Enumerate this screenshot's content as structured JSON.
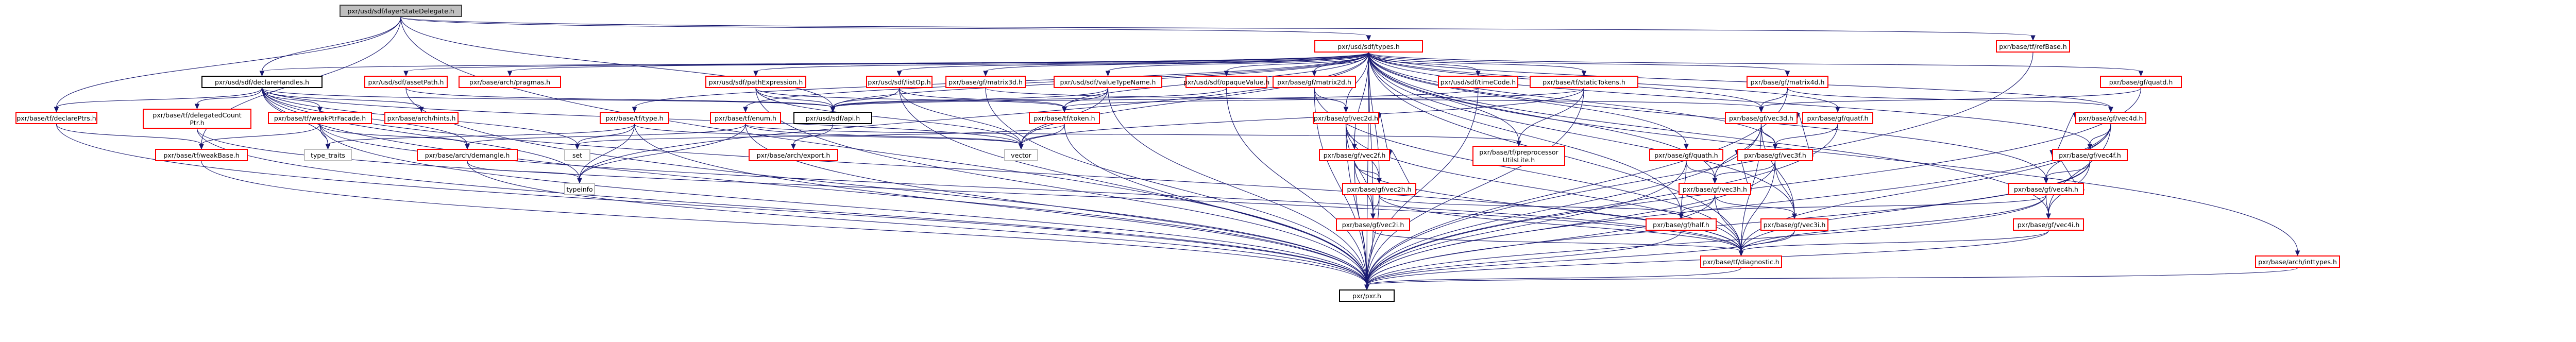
{
  "title": "pxr/usd/sdf/layerStateDelegate.h",
  "colors": {
    "edge": "#191970",
    "root_fill": "#bfbfbf",
    "undocumented_border": "#ff0000",
    "documented_border": "#000000",
    "external_border": "#bfbfbf"
  },
  "nodes": [
    {
      "id": "root",
      "label": "pxr/usd/sdf/layerStateDelegate.h",
      "kind": "root"
    },
    {
      "id": "types",
      "label": "pxr/usd/sdf/types.h",
      "kind": "red"
    },
    {
      "id": "refBase",
      "label": "pxr/base/tf/refBase.h",
      "kind": "red"
    },
    {
      "id": "declareHandles",
      "label": "pxr/usd/sdf/declareHandles.h",
      "kind": "doc"
    },
    {
      "id": "assetPath",
      "label": "pxr/usd/sdf/assetPath.h",
      "kind": "red"
    },
    {
      "id": "pragmas",
      "label": "pxr/base/arch/pragmas.h",
      "kind": "red"
    },
    {
      "id": "pathExpression",
      "label": "pxr/usd/sdf/pathExpression.h",
      "kind": "red"
    },
    {
      "id": "listOp",
      "label": "pxr/usd/sdf/listOp.h",
      "kind": "red"
    },
    {
      "id": "matrix3d",
      "label": "pxr/base/gf/matrix3d.h",
      "kind": "red"
    },
    {
      "id": "valueTypeName",
      "label": "pxr/usd/sdf/valueTypeName.h",
      "kind": "red"
    },
    {
      "id": "opaqueValue",
      "label": "pxr/usd/sdf/opaqueValue.h",
      "kind": "red"
    },
    {
      "id": "matrix2d",
      "label": "pxr/base/gf/matrix2d.h",
      "kind": "red"
    },
    {
      "id": "timeCode",
      "label": "pxr/usd/sdf/timeCode.h",
      "kind": "red"
    },
    {
      "id": "staticTokens",
      "label": "pxr/base/tf/staticTokens.h",
      "kind": "red"
    },
    {
      "id": "matrix4d",
      "label": "pxr/base/gf/matrix4d.h",
      "kind": "red"
    },
    {
      "id": "quatd",
      "label": "pxr/base/gf/quatd.h",
      "kind": "red"
    },
    {
      "id": "declarePtrs",
      "label": "pxr/base/tf/declarePtrs.h",
      "kind": "red"
    },
    {
      "id": "delegatedCountPtr",
      "label": "pxr/base/tf/delegatedCount\nPtr.h",
      "kind": "red"
    },
    {
      "id": "weakPtrFacade",
      "label": "pxr/base/tf/weakPtrFacade.h",
      "kind": "red"
    },
    {
      "id": "hints",
      "label": "pxr/base/arch/hints.h",
      "kind": "red"
    },
    {
      "id": "type",
      "label": "pxr/base/tf/type.h",
      "kind": "red"
    },
    {
      "id": "enum",
      "label": "pxr/base/tf/enum.h",
      "kind": "red"
    },
    {
      "id": "api",
      "label": "pxr/usd/sdf/api.h",
      "kind": "doc"
    },
    {
      "id": "token",
      "label": "pxr/base/tf/token.h",
      "kind": "red"
    },
    {
      "id": "vec2d",
      "label": "pxr/base/gf/vec2d.h",
      "kind": "red"
    },
    {
      "id": "vec3d",
      "label": "pxr/base/gf/vec3d.h",
      "kind": "red"
    },
    {
      "id": "quatf",
      "label": "pxr/base/gf/quatf.h",
      "kind": "red"
    },
    {
      "id": "vec4d",
      "label": "pxr/base/gf/vec4d.h",
      "kind": "red"
    },
    {
      "id": "weakBase",
      "label": "pxr/base/tf/weakBase.h",
      "kind": "red"
    },
    {
      "id": "type_traits",
      "label": "type_traits",
      "kind": "ext"
    },
    {
      "id": "demangle",
      "label": "pxr/base/arch/demangle.h",
      "kind": "red"
    },
    {
      "id": "set",
      "label": "set",
      "kind": "ext"
    },
    {
      "id": "export",
      "label": "pxr/base/arch/export.h",
      "kind": "red"
    },
    {
      "id": "vector",
      "label": "vector",
      "kind": "ext"
    },
    {
      "id": "vec2f",
      "label": "pxr/base/gf/vec2f.h",
      "kind": "red"
    },
    {
      "id": "preprocessorUtilsLite",
      "label": "pxr/base/tf/preprocessor\nUtilsLite.h",
      "kind": "red"
    },
    {
      "id": "quath",
      "label": "pxr/base/gf/quath.h",
      "kind": "red"
    },
    {
      "id": "vec3f",
      "label": "pxr/base/gf/vec3f.h",
      "kind": "red"
    },
    {
      "id": "vec4f",
      "label": "pxr/base/gf/vec4f.h",
      "kind": "red"
    },
    {
      "id": "typeinfo",
      "label": "typeinfo",
      "kind": "ext"
    },
    {
      "id": "vec2h",
      "label": "pxr/base/gf/vec2h.h",
      "kind": "red"
    },
    {
      "id": "vec3h",
      "label": "pxr/base/gf/vec3h.h",
      "kind": "red"
    },
    {
      "id": "vec4h",
      "label": "pxr/base/gf/vec4h.h",
      "kind": "red"
    },
    {
      "id": "vec2i",
      "label": "pxr/base/gf/vec2i.h",
      "kind": "red"
    },
    {
      "id": "half",
      "label": "pxr/base/gf/half.h",
      "kind": "red"
    },
    {
      "id": "vec3i",
      "label": "pxr/base/gf/vec3i.h",
      "kind": "red"
    },
    {
      "id": "vec4i",
      "label": "pxr/base/gf/vec4i.h",
      "kind": "red"
    },
    {
      "id": "diagnostic",
      "label": "pxr/base/tf/diagnostic.h",
      "kind": "red"
    },
    {
      "id": "inttypes",
      "label": "pxr/base/arch/inttypes.h",
      "kind": "red"
    },
    {
      "id": "pxr",
      "label": "pxr/pxr.h",
      "kind": "doc"
    }
  ],
  "edges": [
    [
      "root",
      "types"
    ],
    [
      "root",
      "refBase"
    ],
    [
      "root",
      "declareHandles"
    ],
    [
      "root",
      "declarePtrs"
    ],
    [
      "root",
      "pxr"
    ],
    [
      "root",
      "weakBase"
    ],
    [
      "root",
      "api"
    ],
    [
      "types",
      "declareHandles"
    ],
    [
      "types",
      "assetPath"
    ],
    [
      "types",
      "pragmas"
    ],
    [
      "types",
      "pathExpression"
    ],
    [
      "types",
      "listOp"
    ],
    [
      "types",
      "matrix3d"
    ],
    [
      "types",
      "valueTypeName"
    ],
    [
      "types",
      "opaqueValue"
    ],
    [
      "types",
      "matrix2d"
    ],
    [
      "types",
      "timeCode"
    ],
    [
      "types",
      "staticTokens"
    ],
    [
      "types",
      "matrix4d"
    ],
    [
      "types",
      "quatd"
    ],
    [
      "types",
      "vec2d"
    ],
    [
      "types",
      "vec3d"
    ],
    [
      "types",
      "quatf"
    ],
    [
      "types",
      "vec4d"
    ],
    [
      "types",
      "api"
    ],
    [
      "types",
      "token"
    ],
    [
      "types",
      "type"
    ],
    [
      "types",
      "enum"
    ],
    [
      "types",
      "vector"
    ],
    [
      "types",
      "vec2f"
    ],
    [
      "types",
      "vec3f"
    ],
    [
      "types",
      "vec4f"
    ],
    [
      "types",
      "quath"
    ],
    [
      "types",
      "vec2h"
    ],
    [
      "types",
      "vec3h"
    ],
    [
      "types",
      "vec4h"
    ],
    [
      "types",
      "vec2i"
    ],
    [
      "types",
      "vec3i"
    ],
    [
      "types",
      "vec4i"
    ],
    [
      "types",
      "half"
    ],
    [
      "types",
      "inttypes"
    ],
    [
      "types",
      "diagnostic"
    ],
    [
      "types",
      "pxr"
    ],
    [
      "types",
      "preprocessorUtilsLite"
    ],
    [
      "types",
      "typeinfo"
    ],
    [
      "refBase",
      "pxr"
    ],
    [
      "declareHandles",
      "declarePtrs"
    ],
    [
      "declareHandles",
      "delegatedCountPtr"
    ],
    [
      "declareHandles",
      "weakPtrFacade"
    ],
    [
      "declareHandles",
      "hints"
    ],
    [
      "declareHandles",
      "type_traits"
    ],
    [
      "declareHandles",
      "demangle"
    ],
    [
      "declareHandles",
      "set"
    ],
    [
      "declareHandles",
      "typeinfo"
    ],
    [
      "declareHandles",
      "vector"
    ],
    [
      "declareHandles",
      "diagnostic"
    ],
    [
      "declareHandles",
      "pxr"
    ],
    [
      "declareHandles",
      "api"
    ],
    [
      "assetPath",
      "api"
    ],
    [
      "assetPath",
      "pxr"
    ],
    [
      "pathExpression",
      "api"
    ],
    [
      "pathExpression",
      "pxr"
    ],
    [
      "pathExpression",
      "vector"
    ],
    [
      "pathExpression",
      "token"
    ],
    [
      "listOp",
      "api"
    ],
    [
      "listOp",
      "token"
    ],
    [
      "listOp",
      "vector"
    ],
    [
      "listOp",
      "pxr"
    ],
    [
      "matrix3d",
      "pxr"
    ],
    [
      "matrix3d",
      "vec3d"
    ],
    [
      "valueTypeName",
      "api"
    ],
    [
      "valueTypeName",
      "token"
    ],
    [
      "valueTypeName",
      "vector"
    ],
    [
      "valueTypeName",
      "pxr"
    ],
    [
      "opaqueValue",
      "api"
    ],
    [
      "opaqueValue",
      "pxr"
    ],
    [
      "matrix2d",
      "vec2d"
    ],
    [
      "matrix2d",
      "pxr"
    ],
    [
      "matrix2d",
      "diagnostic"
    ],
    [
      "timeCode",
      "api"
    ],
    [
      "timeCode",
      "pxr"
    ],
    [
      "staticTokens",
      "token"
    ],
    [
      "staticTokens",
      "preprocessorUtilsLite"
    ],
    [
      "staticTokens",
      "vector"
    ],
    [
      "staticTokens",
      "pxr"
    ],
    [
      "matrix4d",
      "vec3d"
    ],
    [
      "matrix4d",
      "vec4d"
    ],
    [
      "matrix4d",
      "pxr"
    ],
    [
      "quatd",
      "vec3d"
    ],
    [
      "quatd",
      "pxr"
    ],
    [
      "declarePtrs",
      "weakBase"
    ],
    [
      "declarePtrs",
      "pxr"
    ],
    [
      "delegatedCountPtr",
      "pxr"
    ],
    [
      "delegatedCountPtr",
      "diagnostic"
    ],
    [
      "weakPtrFacade",
      "weakBase"
    ],
    [
      "weakPtrFacade",
      "type_traits"
    ],
    [
      "weakPtrFacade",
      "demangle"
    ],
    [
      "weakPtrFacade",
      "diagnostic"
    ],
    [
      "weakPtrFacade",
      "pxr"
    ],
    [
      "type",
      "typeinfo"
    ],
    [
      "type",
      "set"
    ],
    [
      "type",
      "vector"
    ],
    [
      "type",
      "pxr"
    ],
    [
      "type",
      "type_traits"
    ],
    [
      "enum",
      "demangle"
    ],
    [
      "enum",
      "typeinfo"
    ],
    [
      "enum",
      "vector"
    ],
    [
      "enum",
      "pxr"
    ],
    [
      "enum",
      "preprocessorUtilsLite"
    ],
    [
      "api",
      "export"
    ],
    [
      "token",
      "vector"
    ],
    [
      "token",
      "pxr"
    ],
    [
      "token",
      "set"
    ],
    [
      "vec2d",
      "vec2f"
    ],
    [
      "vec2d",
      "vec2h"
    ],
    [
      "vec2d",
      "vec2i"
    ],
    [
      "vec2d",
      "diagnostic"
    ],
    [
      "vec2d",
      "pxr"
    ],
    [
      "vec3d",
      "vec3f"
    ],
    [
      "vec3d",
      "vec3h"
    ],
    [
      "vec3d",
      "vec3i"
    ],
    [
      "vec3d",
      "diagnostic"
    ],
    [
      "vec3d",
      "pxr"
    ],
    [
      "quatf",
      "vec3f"
    ],
    [
      "quatf",
      "pxr"
    ],
    [
      "vec4d",
      "vec4f"
    ],
    [
      "vec4d",
      "vec4h"
    ],
    [
      "vec4d",
      "vec4i"
    ],
    [
      "vec4d",
      "diagnostic"
    ],
    [
      "vec4d",
      "pxr"
    ],
    [
      "weakBase",
      "pxr"
    ],
    [
      "demangle",
      "typeinfo"
    ],
    [
      "demangle",
      "pxr"
    ],
    [
      "vec2f",
      "vec2h"
    ],
    [
      "vec2f",
      "vec2i"
    ],
    [
      "vec2f",
      "vec2d"
    ],
    [
      "vec2f",
      "diagnostic"
    ],
    [
      "vec2f",
      "pxr"
    ],
    [
      "quath",
      "vec3h"
    ],
    [
      "quath",
      "half"
    ],
    [
      "quath",
      "pxr"
    ],
    [
      "vec3f",
      "vec3h"
    ],
    [
      "vec3f",
      "vec3i"
    ],
    [
      "vec3f",
      "vec3d"
    ],
    [
      "vec3f",
      "diagnostic"
    ],
    [
      "vec3f",
      "pxr"
    ],
    [
      "vec4f",
      "vec4h"
    ],
    [
      "vec4f",
      "vec4i"
    ],
    [
      "vec4f",
      "vec4d"
    ],
    [
      "vec4f",
      "diagnostic"
    ],
    [
      "vec4f",
      "pxr"
    ],
    [
      "vec2h",
      "vec2i"
    ],
    [
      "vec2h",
      "half"
    ],
    [
      "vec2h",
      "vec2f"
    ],
    [
      "vec2h",
      "diagnostic"
    ],
    [
      "vec2h",
      "pxr"
    ],
    [
      "vec3h",
      "vec3i"
    ],
    [
      "vec3h",
      "half"
    ],
    [
      "vec3h",
      "vec3f"
    ],
    [
      "vec3h",
      "diagnostic"
    ],
    [
      "vec3h",
      "pxr"
    ],
    [
      "vec4h",
      "vec4i"
    ],
    [
      "vec4h",
      "half"
    ],
    [
      "vec4h",
      "vec4f"
    ],
    [
      "vec4h",
      "diagnostic"
    ],
    [
      "vec4h",
      "pxr"
    ],
    [
      "vec2i",
      "diagnostic"
    ],
    [
      "vec2i",
      "pxr"
    ],
    [
      "half",
      "pxr"
    ],
    [
      "vec3i",
      "diagnostic"
    ],
    [
      "vec3i",
      "pxr"
    ],
    [
      "vec4i",
      "diagnostic"
    ],
    [
      "vec4i",
      "pxr"
    ],
    [
      "diagnostic",
      "pxr"
    ],
    [
      "inttypes",
      "pxr"
    ]
  ]
}
